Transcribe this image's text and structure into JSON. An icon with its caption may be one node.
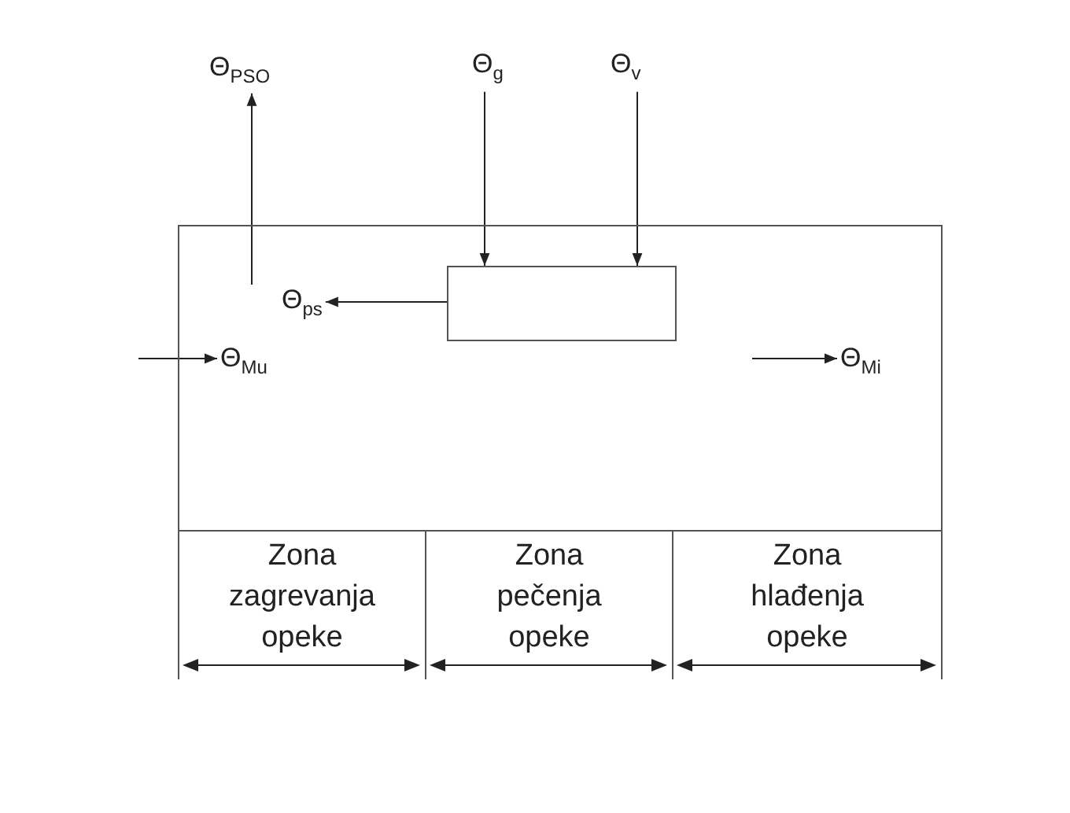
{
  "diagram": {
    "nodes": [
      {
        "text": [],
        "shape": "box"
      },
      {
        "text": [],
        "shape": "box",
        "in": 0
      },
      {
        "text": [
          "Θ$_{PSO}$"
        ]
      },
      {
        "text": [
          "Θ$_{g}$"
        ]
      },
      {
        "text": [
          "Θ$_{v}$"
        ]
      },
      {
        "text": [
          "Θ$_{ps}$"
        ],
        "in": 0
      },
      {
        "text": [
          "Θ$_{Mu}$"
        ],
        "in": 0
      },
      {
        "text": [
          "Θ$_{Mi}$"
        ],
        "in": 0
      },
      {
        "text": [
          "Zona zagrevanja opeke"
        ]
      },
      {
        "text": [
          "Zona pečenja opeke"
        ]
      },
      {
        "text": [
          "Zona hlađenja opeke"
        ]
      }
    ],
    "edges": [
      {
        "from": 3,
        "to": 1,
        "arrow": "to"
      },
      {
        "from": 4,
        "to": 1,
        "arrow": "to"
      },
      {
        "from": 1,
        "to": 5,
        "arrow": "to"
      },
      {
        "from": 5,
        "to": 2,
        "arrow": "to"
      },
      {
        "from": null,
        "to": 6,
        "arrow": "to"
      },
      {
        "from": null,
        "to": 7,
        "arrow": "to"
      }
    ]
  }
}
